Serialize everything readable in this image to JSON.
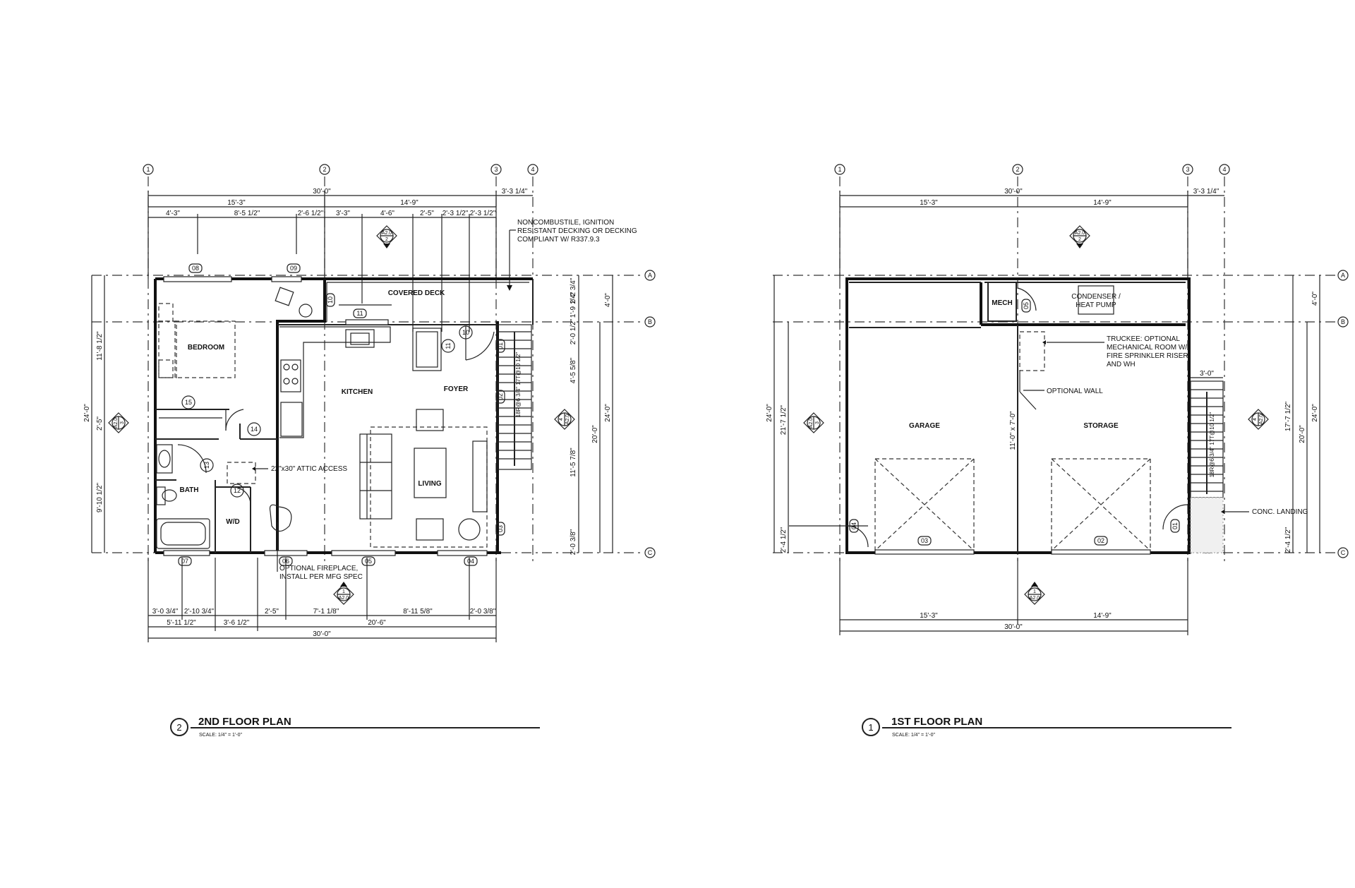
{
  "plan2": {
    "title": "2ND FLOOR PLAN",
    "number": "2",
    "scale": "SCALE: 1/4\" = 1'-0\"",
    "rooms": {
      "bedroom": "BEDROOM",
      "kitchen": "KITCHEN",
      "foyer": "FOYER",
      "living": "LIVING",
      "bath": "BATH",
      "wd": "W/D",
      "covered_deck": "COVERED DECK"
    },
    "notes": {
      "decking_1": "NONCOMBUSTILE, IGNITION",
      "decking_2": "RESISTANT DECKING OR DECKING",
      "decking_3": "COMPLIANT W/ R337.9.3",
      "attic": "22\"x30\" ATTIC ACCESS",
      "fireplace_1": "OPTIONAL FIREPLACE,",
      "fireplace_2": "INSTALL PER MFG SPEC"
    },
    "grid": [
      "1",
      "2",
      "3",
      "4",
      "A",
      "B",
      "C"
    ],
    "dims_top": {
      "overall": "30'-0\"",
      "left": "15'-3\"",
      "right": "14'-9\"",
      "ext": "3'-3 1/4\"",
      "s1": "4'-3\"",
      "s2": "8'-5 1/2\"",
      "s3": "2'-6 1/2\"",
      "s4": "3'-3\"",
      "s5": "4'-6\"",
      "s6": "2'-5\"",
      "s7": "2'-3 1/2\"",
      "s8": "2'-3 1/2\""
    },
    "dims_bottom": {
      "b1": "3'-0 3/4\"",
      "b2": "2'-10 3/4\"",
      "b3": "2'-5\"",
      "b4": "7'-1 1/8\"",
      "b5": "8'-11 5/8\"",
      "b6": "2'-0 3/8\"",
      "c1": "5'-11 1/2\"",
      "c2": "3'-6 1/2\"",
      "c3": "20'-6\"",
      "overall": "30'-0\""
    },
    "dims_left": {
      "overall": "24'-0\"",
      "upper": "11'-8 1/2\"",
      "mid": "2'-5\"",
      "lower": "9'-10 1/2\""
    },
    "dims_right": {
      "r1": "2'-2 3/4\"",
      "r2": "1'-9 1/4\"",
      "r3": "4'-0\"",
      "r4": "2'-0 1/2\"",
      "r5": "4'-5 5/8\"",
      "r6": "11'-5 7/8\"",
      "r7": "2'-0 3/8\"",
      "overall_a": "20'-0\"",
      "overall_b": "24'-0\""
    },
    "stair_note": "18R@6 3/4\" 17T@10 1/2\"",
    "tags": [
      "08",
      "09",
      "10",
      "11",
      "10",
      "11",
      "01",
      "02",
      "03",
      "15",
      "14",
      "13",
      "12",
      "07",
      "06",
      "05",
      "04"
    ],
    "callouts": {
      "top": {
        "top": "A2.0",
        "bottom": "2"
      },
      "bottom": {
        "top": "1",
        "bottom": "A2.0"
      },
      "left": {
        "a": "A2.0",
        "b": "3"
      },
      "right": {
        "a": "4",
        "b": "A2.0"
      }
    }
  },
  "plan1": {
    "title": "1ST FLOOR PLAN",
    "number": "1",
    "scale": "SCALE: 1/4\" = 1'-0\"",
    "rooms": {
      "mech": "MECH",
      "condenser_1": "CONDENSER /",
      "condenser_2": "HEAT PUMP",
      "garage": "GARAGE",
      "storage": "STORAGE"
    },
    "notes": {
      "truckee_1": "TRUCKEE: OPTIONAL",
      "truckee_2": "MECHANICAL ROOM W/",
      "truckee_3": "FIRE SPRINKLER RISER",
      "truckee_4": "AND WH",
      "optional_wall": "OPTIONAL  WALL",
      "landing": "CONC. LANDING",
      "opening": "11'-0\" x 7'-0\""
    },
    "grid": [
      "1",
      "2",
      "3",
      "4",
      "A",
      "B",
      "C"
    ],
    "dims": {
      "overall_top": "30'-0\"",
      "left": "15'-3\"",
      "right": "14'-9\"",
      "ext": "3'-3 1/4\"",
      "bottom_left": "15'-3\"",
      "bottom_right": "14'-9\"",
      "overall_bottom": "30'-0\"",
      "left_overall": "24'-0\"",
      "left_mid": "21'-7 1/2\"",
      "left_low": "2'-4 1/2\"",
      "right_r1": "4'-0\"",
      "right_r2": "3'-0\"",
      "right_r3": "17'-7 1/2\"",
      "right_r4": "2'-4 1/2\"",
      "right_a": "20'-0\"",
      "right_b": "24'-0\""
    },
    "stair_note": "18R@6 3/4\" 17T@10 1/2\"",
    "tags": [
      "05",
      "04",
      "03",
      "02",
      "01"
    ],
    "callouts": {
      "top": {
        "top": "A2.0",
        "bottom": "2"
      },
      "bottom": {
        "top": "1",
        "bottom": "A2.0"
      },
      "left": {
        "a": "A2.0",
        "b": "3"
      },
      "right": {
        "a": "4",
        "b": "A2.0"
      }
    }
  }
}
